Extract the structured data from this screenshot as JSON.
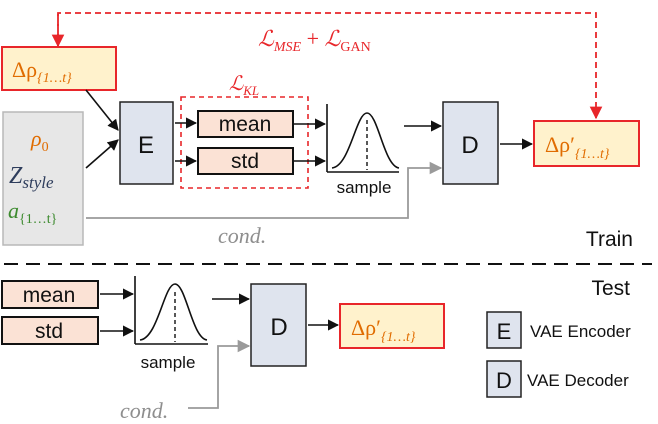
{
  "colors": {
    "red": "#e8262a",
    "orange": "#e06c00",
    "box_fill_peach": "#fbe2d5",
    "box_fill_yellow": "#fff2cc",
    "box_fill_gray": "#dfe4ee",
    "input_panel_fill": "#e7e7e7",
    "navy": "#2e3d5c",
    "green": "#3c8a2e",
    "gray_text": "#8e8e8e"
  },
  "train": {
    "loss_top": {
      "L1": "ℒ",
      "L1_sub": "MSE",
      "plus": " + ",
      "L2": "ℒ",
      "L2_sub": "GAN"
    },
    "input_delta": {
      "main": "Δρ",
      "sub": "{1…t}"
    },
    "input_rho": {
      "main": "ρ",
      "sub": "0"
    },
    "input_z": {
      "main": "Z",
      "sub": "style"
    },
    "input_a": {
      "main": "a",
      "sub": "{1…t}"
    },
    "encoder_label": "E",
    "kl_loss": {
      "main": "ℒ",
      "sub": "KL"
    },
    "mean_label": "mean",
    "std_label": "std",
    "sample_label": "sample",
    "decoder_label": "D",
    "output": {
      "main": "Δρ′",
      "sub": "{1…t}"
    },
    "cond_label": "cond.",
    "section_label": "Train"
  },
  "test": {
    "section_label": "Test",
    "mean_label": "mean",
    "std_label": "std",
    "sample_label": "sample",
    "decoder_label": "D",
    "output": {
      "main": "Δρ′",
      "sub": "{1…t}"
    },
    "cond_label": "cond."
  },
  "legend": {
    "encoder_key": "E",
    "encoder_text": "VAE Encoder",
    "decoder_key": "D",
    "decoder_text": "VAE Decoder"
  }
}
